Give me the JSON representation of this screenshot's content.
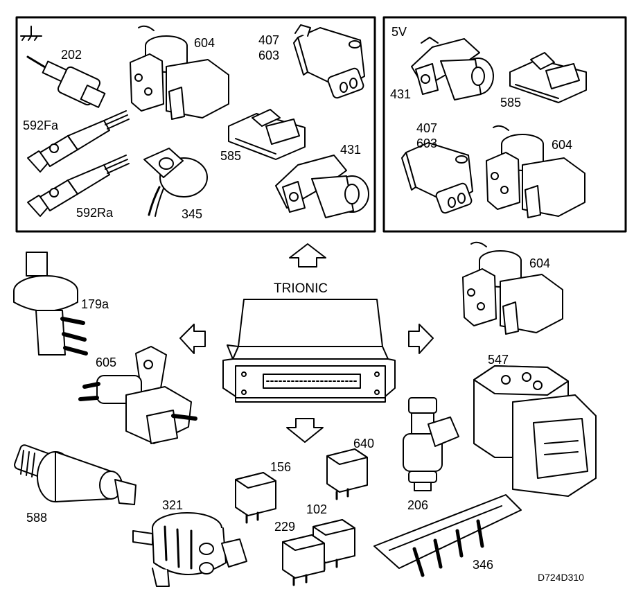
{
  "diagram": {
    "center_unit": "TRIONIC",
    "drawing_code": "D724D310",
    "left_box": {
      "ground_symbol": "ground-symbol",
      "components": {
        "c202": "202",
        "c604": "604",
        "c407_603": [
          "407",
          "603"
        ],
        "c592Fa": "592Fa",
        "c592Ra": "592Ra",
        "c345": "345",
        "c585": "585",
        "c431": "431"
      }
    },
    "right_box": {
      "voltage": "5V",
      "components": {
        "c431": "431",
        "c585": "585",
        "c407_603": [
          "407",
          "603"
        ],
        "c604": "604"
      }
    },
    "outputs": {
      "c179a": "179a",
      "c605": "605",
      "c588": "588",
      "c321": "321",
      "c156": "156",
      "c640": "640",
      "c102": "102",
      "c229": "229",
      "c206": "206",
      "c346": "346",
      "c604": "604",
      "c547": "547"
    },
    "colors": {
      "line": "#000000",
      "background": "#ffffff"
    }
  }
}
